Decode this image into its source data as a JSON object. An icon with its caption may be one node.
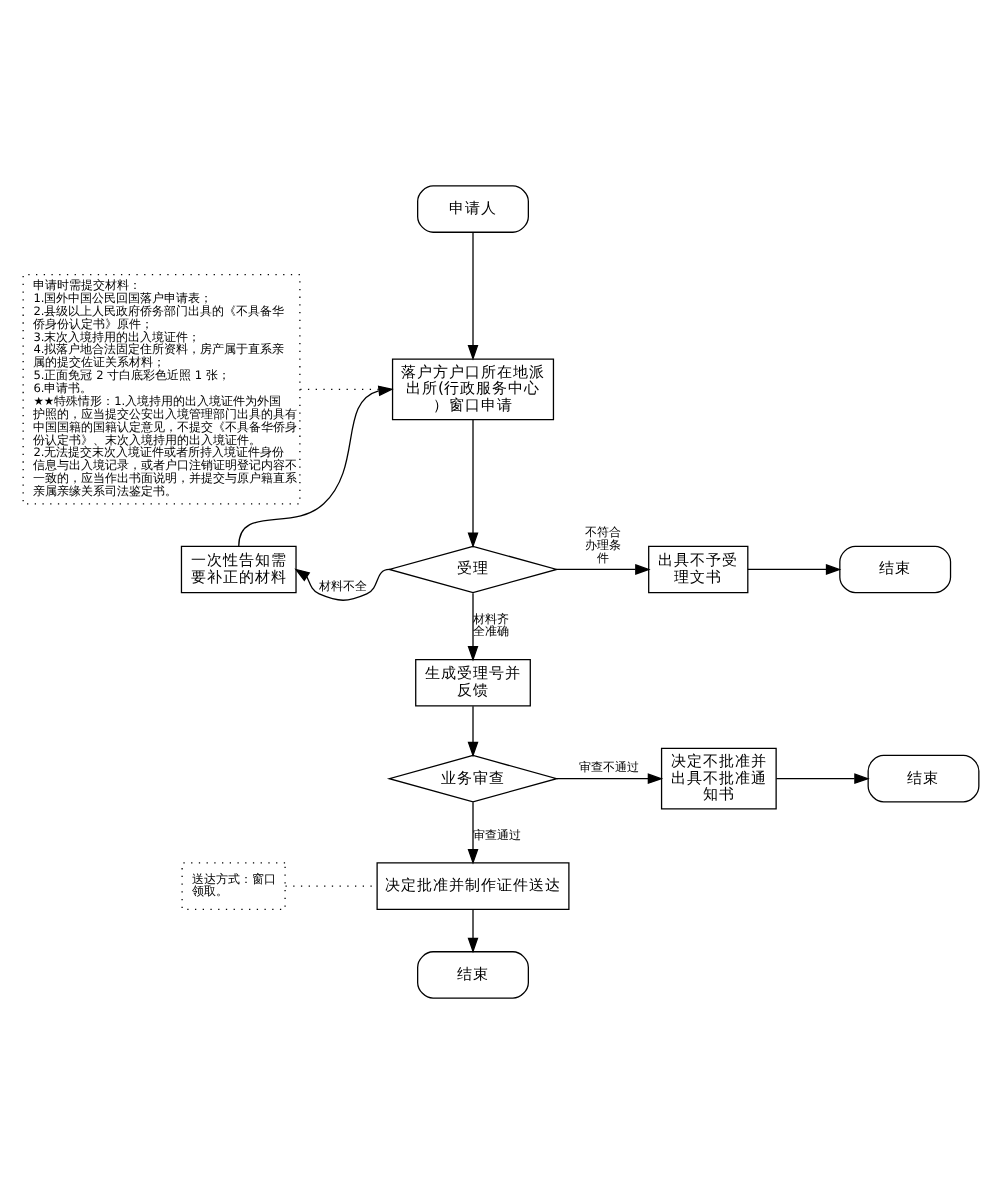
{
  "diagram": {
    "nodes": [
      {
        "text": [
          "申请人"
        ]
      },
      {
        "text": [
          "落户方户口所在地派出所(行政服务中心）窗口申请"
        ]
      },
      {
        "text": [
          "申请时需提交材料：",
          "1.国外中国公民回国落户申请表；",
          "2.县级以上人民政府侨务部门出具的《不具备华侨身份认定书》原件；",
          "3.末次入境持用的出入境证件；",
          "4.拟落户地合法固定住所资料，房产属于直系亲属的提交佐证关系材料；",
          "5.正面免冠 2 寸白底彩色近照 1 张；",
          "6.申请书。",
          "★★特殊情形：1.入境持用的出入境证件为外国护照的，应当提交公安出入境管理部门出具的具有中国国籍的国籍认定意见，不提交《不具备华侨身份认定书》、末次入境持用的出入境证件。",
          "2.无法提交末次入境证件或者所持入境证件身份信息与出入境记录，或者户口注销证明登记内容不一致的，应当作出书面说明，并提交与原户籍直系亲属亲缘关系司法鉴定书。"
        ]
      },
      {
        "text": [
          "一次性告知需要补正的材料"
        ]
      },
      {
        "text": [
          "受理"
        ]
      },
      {
        "text": [
          "出具不予受理文书"
        ]
      },
      {
        "text": [
          "结束"
        ]
      },
      {
        "text": [
          "生成受理号并反馈"
        ]
      },
      {
        "text": [
          "业务审查"
        ]
      },
      {
        "text": [
          "决定不批准并出具不批准通知书"
        ]
      },
      {
        "text": [
          "结束"
        ]
      },
      {
        "text": [
          "决定批准并制作证件送达"
        ]
      },
      {
        "text": [
          "送达方式：窗口领取。"
        ]
      },
      {
        "text": [
          "结束"
        ]
      }
    ],
    "edges": [
      {
        "from": 0,
        "to": 1,
        "arrow": "to"
      },
      {
        "from": 2,
        "to": 1,
        "arrow": "none",
        "style": "dashed"
      },
      {
        "from": 1,
        "to": 4,
        "arrow": "to"
      },
      {
        "from": 4,
        "to": 3,
        "arrow": "to",
        "label": "材料不全"
      },
      {
        "from": 3,
        "to": 1,
        "arrow": "to"
      },
      {
        "from": 4,
        "to": 5,
        "arrow": "to",
        "label": "不符合办理条件"
      },
      {
        "from": 5,
        "to": 6,
        "arrow": "to"
      },
      {
        "from": 4,
        "to": 7,
        "arrow": "to",
        "label": "材料齐全准确"
      },
      {
        "from": 7,
        "to": 8,
        "arrow": "to"
      },
      {
        "from": 8,
        "to": 9,
        "arrow": "to",
        "label": "审查不通过"
      },
      {
        "from": 9,
        "to": 10,
        "arrow": "to"
      },
      {
        "from": 8,
        "to": 11,
        "arrow": "to",
        "label": "审查通过"
      },
      {
        "from": 12,
        "to": 11,
        "arrow": "none",
        "style": "dashed"
      },
      {
        "from": 11,
        "to": 13,
        "arrow": "to"
      }
    ]
  }
}
